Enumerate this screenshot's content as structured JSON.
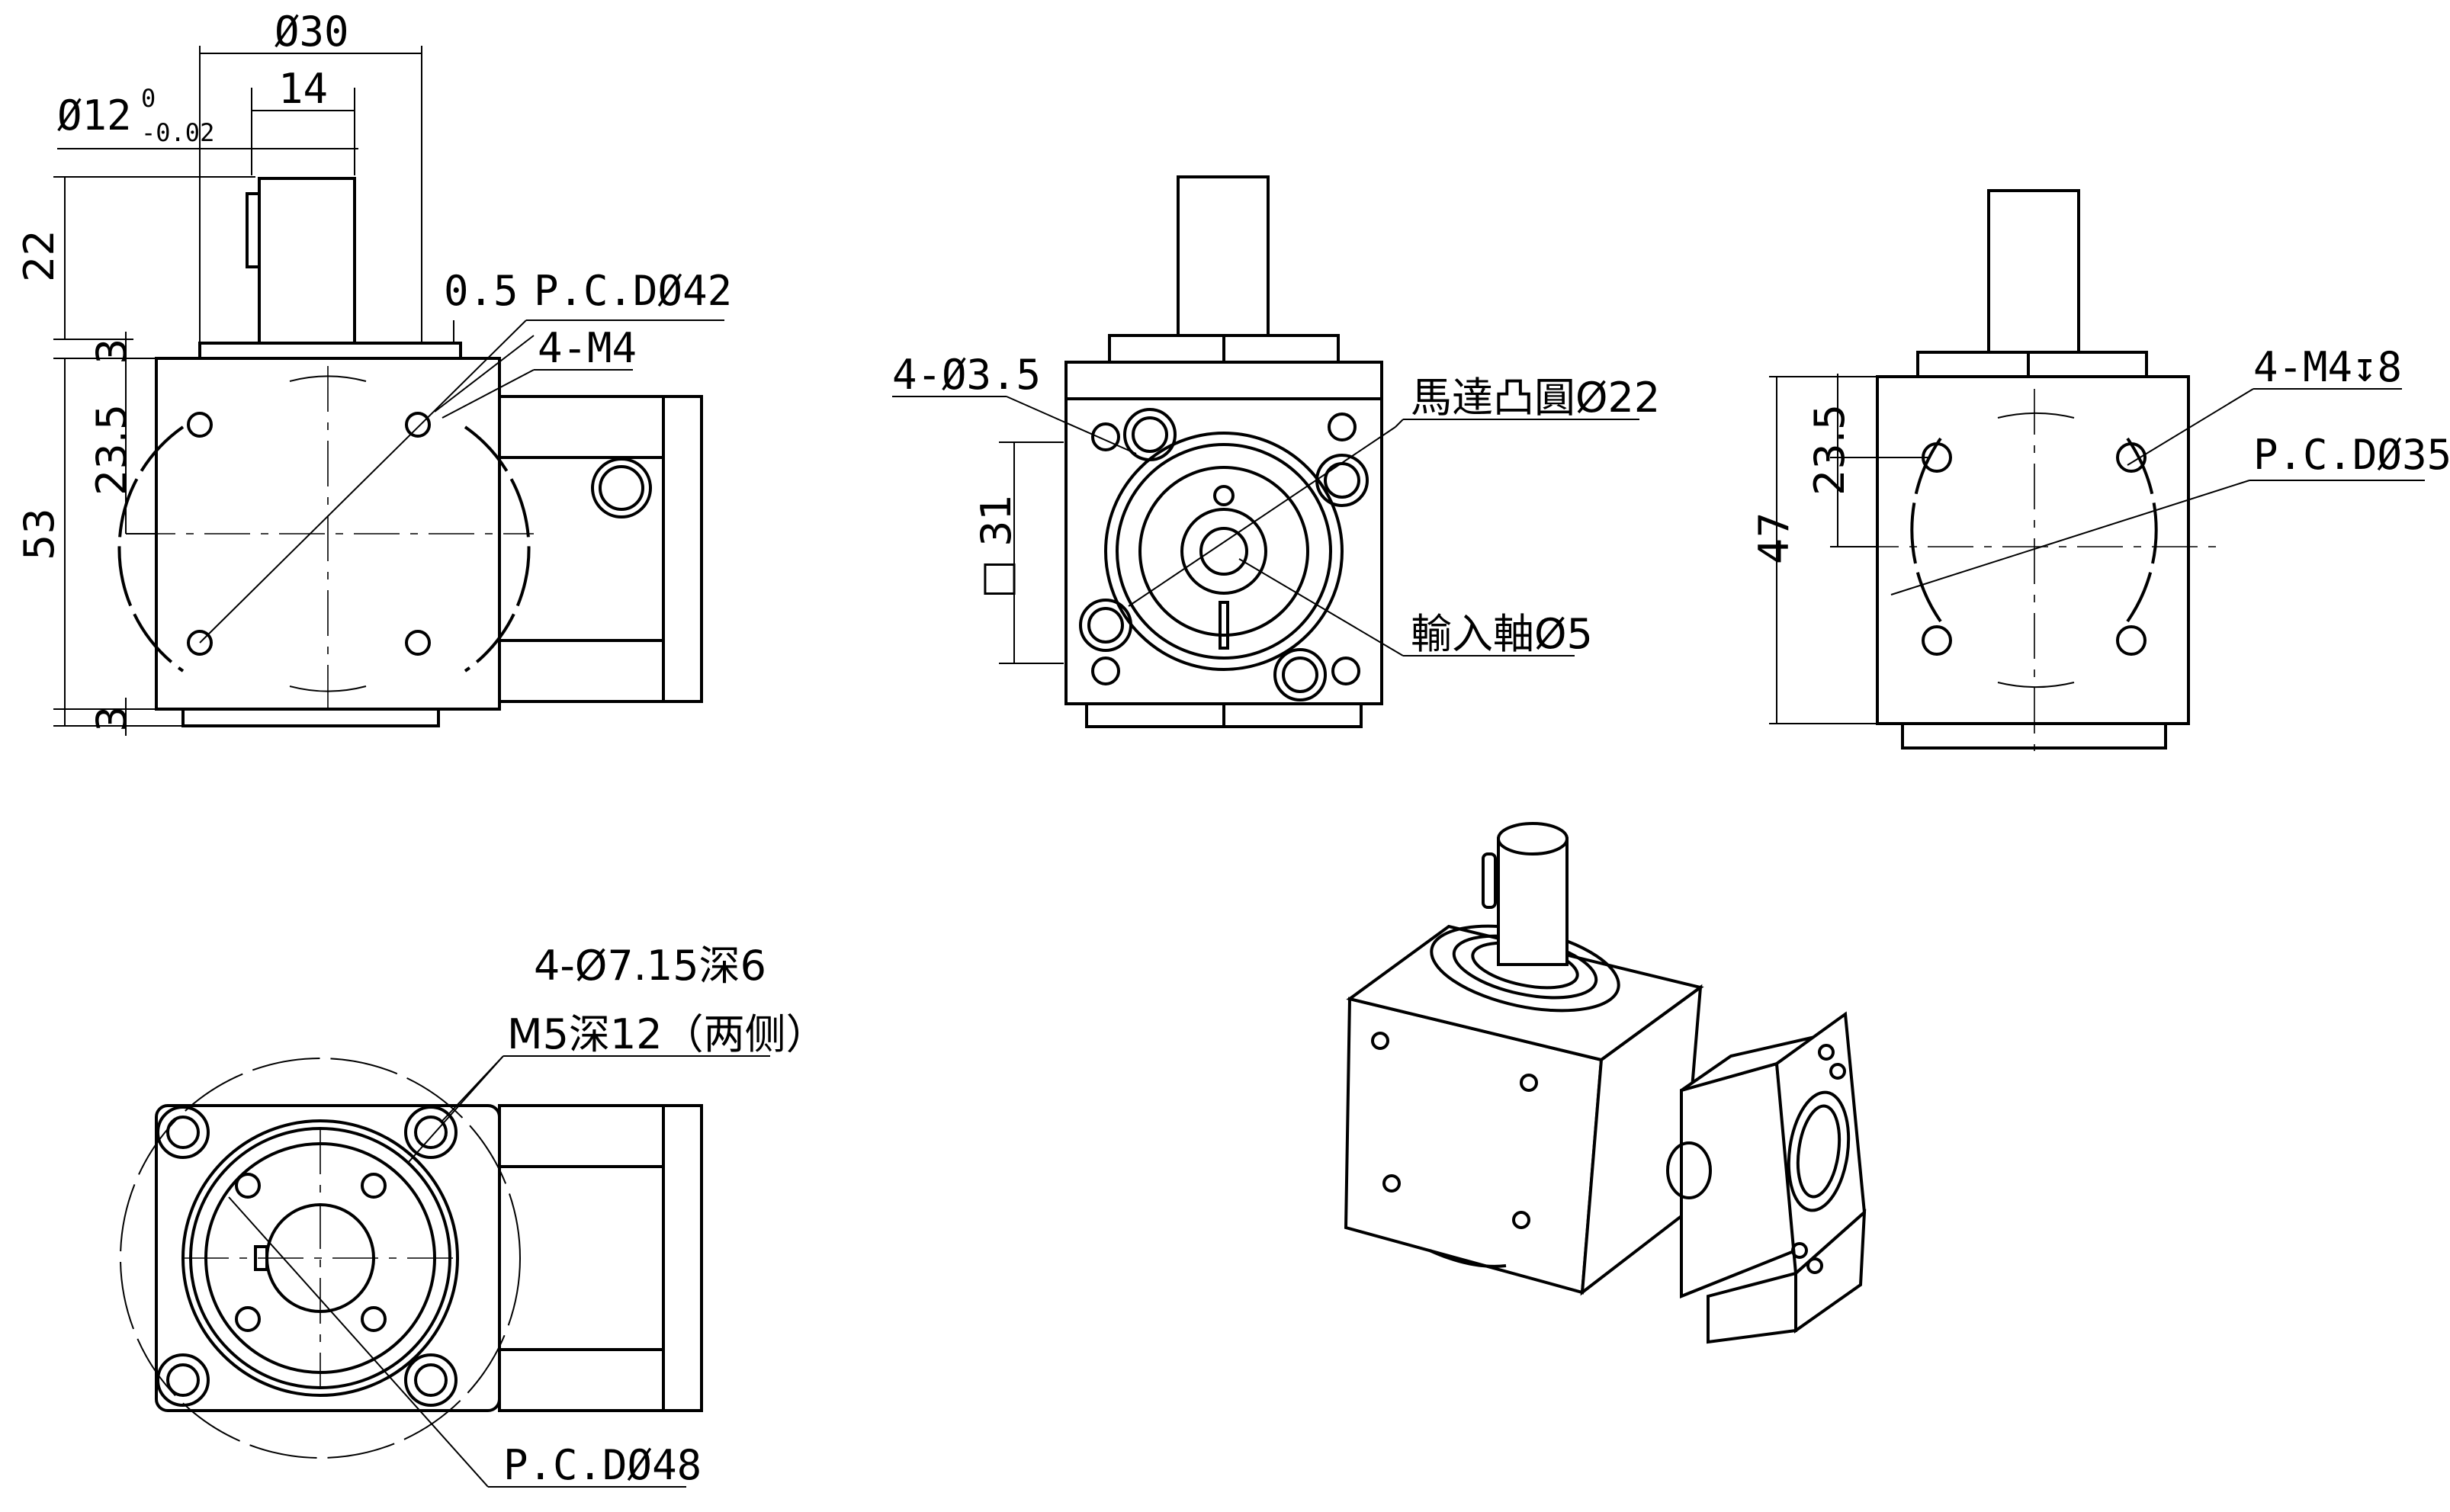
{
  "side_view": {
    "dia30": "Ø30",
    "d14": "14",
    "dia12": "Ø12",
    "tol_up": "0",
    "tol_low": "-0.02",
    "d22": "22",
    "d3_top": "3",
    "d23_5": "23.5",
    "d53": "53",
    "d3_bottom": "3",
    "d0_5": "0.5",
    "pcd42": "P.C.DØ42",
    "m4": "4-M4"
  },
  "front_view": {
    "holes": "4-Ø3.5",
    "sq31": "□ 31",
    "motor_boss": "馬達凸圓Ø22",
    "input_shaft": "輸入軸Ø5"
  },
  "back_view": {
    "m4_depth": "4-M4↧8",
    "pcd35": "P.C.DØ35",
    "d23_5": "23.5",
    "d47": "47"
  },
  "bottom_view": {
    "holes": "4-Ø7.15深6",
    "m5": "M5深12（两侧）",
    "pcd48": "P.C.DØ48"
  }
}
